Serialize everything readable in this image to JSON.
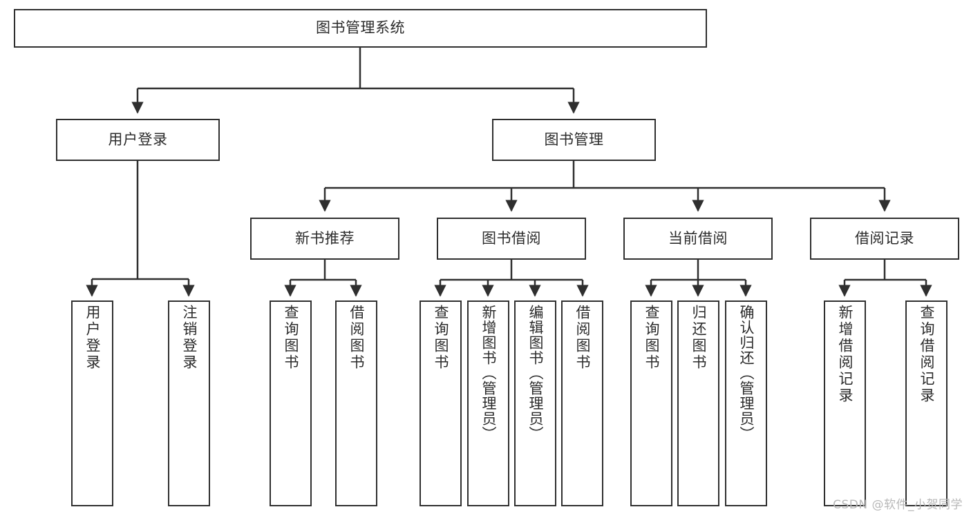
{
  "diagram": {
    "type": "tree-hierarchy",
    "title": "图书管理系统",
    "watermark": "CSDN @软件_小贺同学",
    "colors": {
      "stroke": "#2f2f2f",
      "fill": "#ffffff",
      "text": "#2b2b2b",
      "watermark": "#b8b8b8"
    },
    "levels": {
      "root": {
        "label": "图书管理系统"
      },
      "level2": [
        {
          "label": "用户登录"
        },
        {
          "label": "图书管理"
        }
      ],
      "level3": [
        {
          "label": "新书推荐"
        },
        {
          "label": "图书借阅"
        },
        {
          "label": "当前借阅"
        },
        {
          "label": "借阅记录"
        }
      ],
      "leaves": {
        "user_login": [
          {
            "label": "用户登录"
          },
          {
            "label": "注销登录"
          }
        ],
        "new_book_recommend": [
          {
            "label": "查询图书"
          },
          {
            "label": "借阅图书"
          }
        ],
        "book_borrow": [
          {
            "label": "查询图书"
          },
          {
            "label": "新增图书（管理员）"
          },
          {
            "label": "编辑图书（管理员）"
          },
          {
            "label": "借阅图书"
          }
        ],
        "current_borrow": [
          {
            "label": "查询图书"
          },
          {
            "label": "归还图书"
          },
          {
            "label": "确认归还（管理员）"
          }
        ],
        "borrow_record": [
          {
            "label": "新增借阅记录"
          },
          {
            "label": "查询借阅记录"
          }
        ]
      }
    }
  }
}
